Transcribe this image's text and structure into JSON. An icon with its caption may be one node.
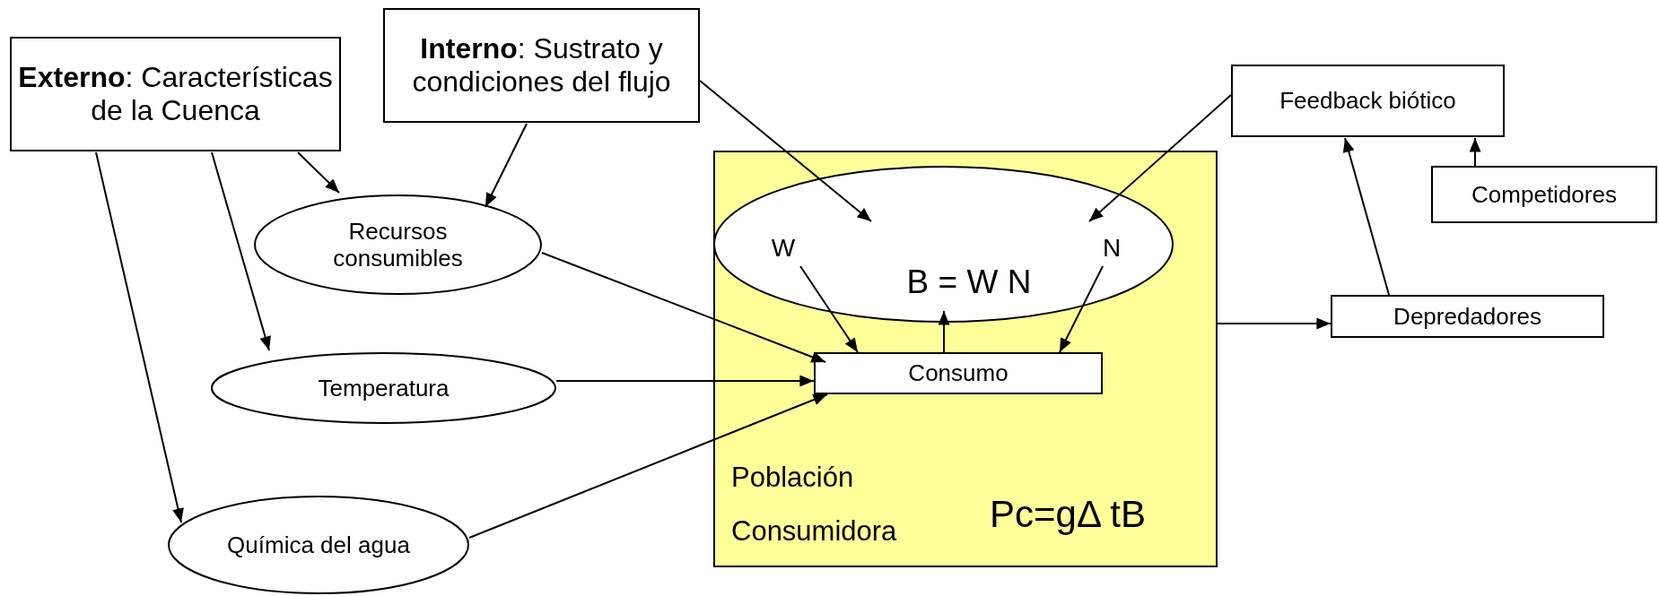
{
  "diagram": {
    "nodes": [
      {
        "text": [
          "**Externo**: Características de la Cuenca"
        ]
      },
      {
        "text": [
          "**Interno**: Sustrato y condiciones del flujo"
        ]
      },
      {
        "text": [
          "Recursos consumibles"
        ]
      },
      {
        "text": [
          "Temperatura"
        ]
      },
      {
        "text": [
          "Química del agua"
        ]
      },
      {
        "text": [
          "Población Consumidora",
          "Pc=gΔ tB"
        ]
      },
      {
        "text": [
          "B = W N"
        ],
        "in": 5
      },
      {
        "text": [
          "W"
        ],
        "in": 6
      },
      {
        "text": [
          "N"
        ],
        "in": 6
      },
      {
        "text": [
          "Consumo"
        ],
        "in": 5
      },
      {
        "text": [
          "Feedback biótico"
        ]
      },
      {
        "text": [
          "Competidores"
        ]
      },
      {
        "text": [
          "Depredadores"
        ]
      }
    ],
    "edges": [
      {
        "from": 0,
        "to": 2,
        "arrow": "to"
      },
      {
        "from": 0,
        "to": 3,
        "arrow": "to"
      },
      {
        "from": 0,
        "to": 4,
        "arrow": "to"
      },
      {
        "from": 1,
        "to": 2,
        "arrow": "to"
      },
      {
        "from": 1,
        "to": 6,
        "arrow": "to"
      },
      {
        "from": 2,
        "to": 9,
        "arrow": "to"
      },
      {
        "from": 3,
        "to": 9,
        "arrow": "to"
      },
      {
        "from": 4,
        "to": 9,
        "arrow": "to"
      },
      {
        "from": 7,
        "to": 9,
        "arrow": "to"
      },
      {
        "from": 8,
        "to": 9,
        "arrow": "to"
      },
      {
        "from": 9,
        "to": 6,
        "arrow": "to"
      },
      {
        "from": 10,
        "to": 6,
        "arrow": "to"
      },
      {
        "from": 5,
        "to": 12,
        "arrow": "to"
      },
      {
        "from": 12,
        "to": 10,
        "arrow": "to"
      },
      {
        "from": 11,
        "to": 10,
        "arrow": "to"
      }
    ]
  }
}
